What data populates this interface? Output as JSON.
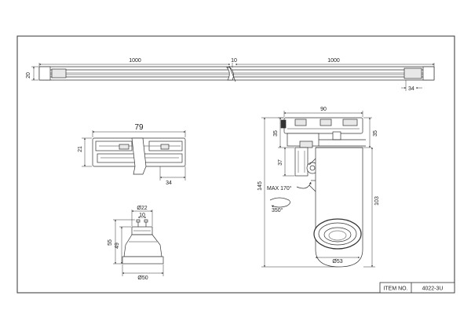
{
  "drawing": {
    "track": {
      "height_label": "20",
      "left_length_label": "1000",
      "joint_label": "10",
      "right_length_label": "1000",
      "end_offset_label": "34"
    },
    "connector": {
      "length_label": "79",
      "height_label": "21",
      "offset_label": "34"
    },
    "spotlight": {
      "width_label": "90",
      "adapter_height_label": "35",
      "adapter_height_right_label": "35",
      "neck_label": "37",
      "total_height_label": "145",
      "body_height_label": "103",
      "tilt_label": "MAX 170°",
      "rotation_label": "350°",
      "diameter_label": "Ø53"
    },
    "lamp": {
      "base_diameter_label": "Ø22",
      "pin_spacing_label": "10",
      "total_height_label": "55",
      "reflector_height_label": "49",
      "diameter_label": "Ø50"
    }
  },
  "title_block": {
    "item_label": "ITEM NO.",
    "item_value": "4022-3U"
  }
}
